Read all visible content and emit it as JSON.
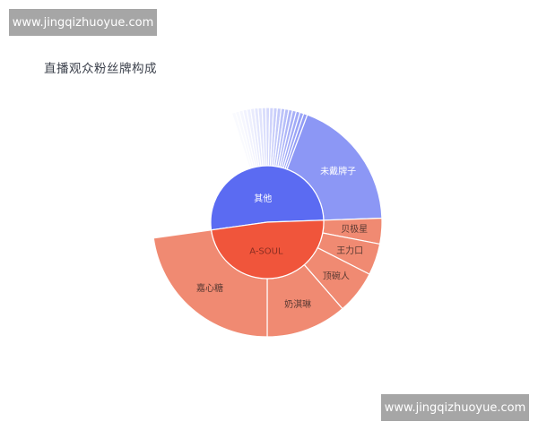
{
  "watermark": {
    "text": "www.jingqizhuoyue.com"
  },
  "chart_data": {
    "type": "sunburst",
    "title": "直播观众粉丝牌构成",
    "center": [
      298,
      248
    ],
    "inner_radius": 63,
    "outer_radius": 128,
    "colors": {
      "inner_other": "#5B6BF2",
      "inner_asoul": "#F0553B",
      "outer_other": "#8C97F5",
      "outer_asoul": "#F08A72",
      "stroke": "#ffffff"
    },
    "inner": [
      {
        "name": "其他",
        "start_deg": 262,
        "end_deg": 448,
        "share_pct": 51.7
      },
      {
        "name": "A-SOUL",
        "start_deg": 88,
        "end_deg": 262,
        "share_pct": 48.3
      }
    ],
    "outer": [
      {
        "name": "未戴牌子",
        "parent": "其他",
        "start_deg": 20.5,
        "end_deg": 88,
        "share_pct": 18.8
      },
      {
        "name": "贝极星",
        "parent": "A-SOUL",
        "start_deg": 88,
        "end_deg": 101,
        "share_pct": 3.6
      },
      {
        "name": "王力口",
        "parent": "A-SOUL",
        "start_deg": 101,
        "end_deg": 117,
        "share_pct": 4.4
      },
      {
        "name": "顶碗人",
        "parent": "A-SOUL",
        "start_deg": 117,
        "end_deg": 139,
        "share_pct": 6.1
      },
      {
        "name": "奶淇琳",
        "parent": "A-SOUL",
        "start_deg": 139,
        "end_deg": 180,
        "share_pct": 11.4
      },
      {
        "name": "嘉心糖",
        "parent": "A-SOUL",
        "start_deg": 180,
        "end_deg": 262,
        "share_pct": 22.8
      }
    ],
    "outer_small_slices": {
      "parent": "其他",
      "start_deg": -18,
      "end_deg": 20.5,
      "count": 20,
      "note": "many small unlabeled fan brands fading in opacity"
    }
  }
}
